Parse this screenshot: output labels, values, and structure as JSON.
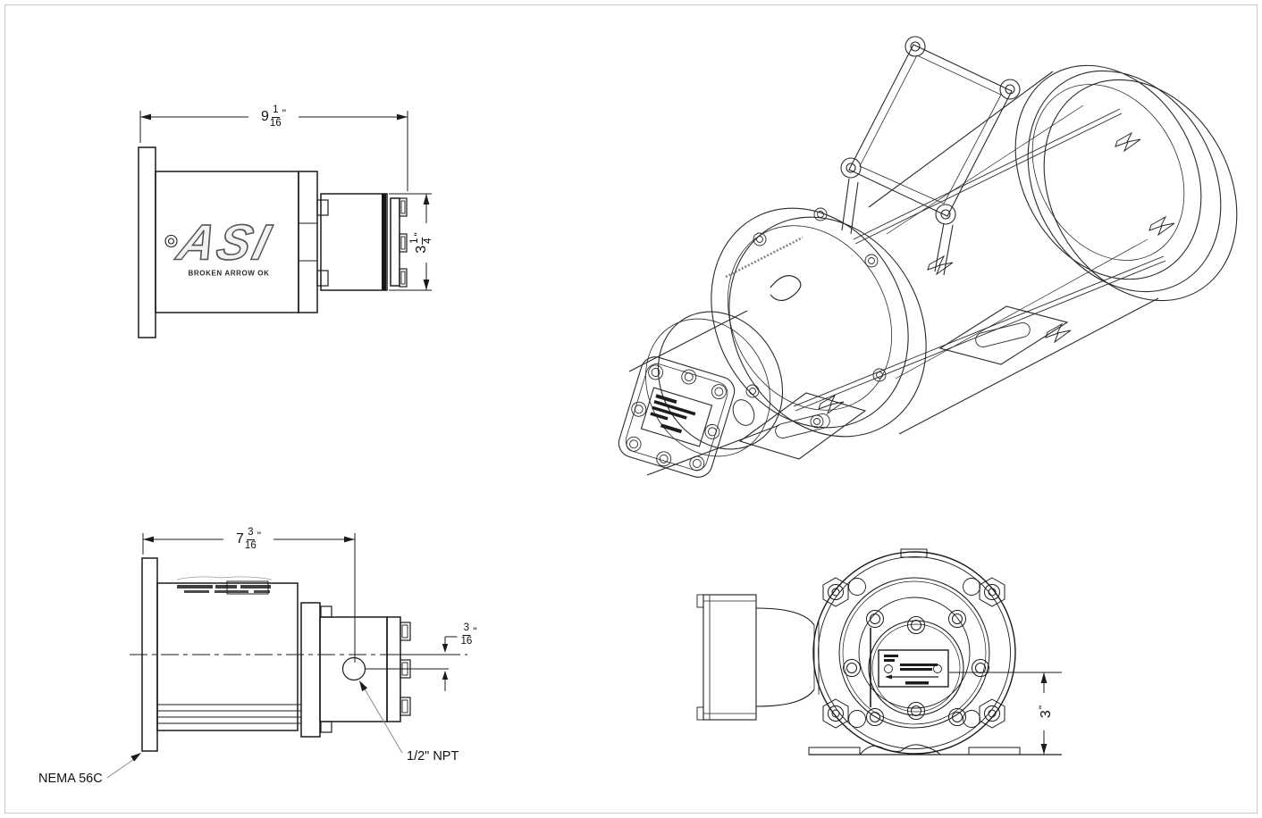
{
  "page": {
    "background": "#ffffff",
    "border_color": "#c9c9c9",
    "line_color": "#1b1b1b",
    "leader_color": "#8a8a8a"
  },
  "side_view": {
    "logo": "ASI",
    "logo_subtext": "BROKEN ARROW OK",
    "dim_overall": {
      "whole": "9",
      "num": "1",
      "den": "16",
      "unit": "\""
    },
    "dim_height": {
      "whole": "3",
      "num": "1",
      "den": "4",
      "unit": "\""
    }
  },
  "plan_view": {
    "dim_length": {
      "whole": "7",
      "num": "3",
      "den": "16",
      "unit": "\""
    },
    "dim_port_offset": {
      "num": "3",
      "den": "16",
      "unit": "\""
    },
    "port_label": "1/2\" NPT",
    "flange_label": "NEMA 56C"
  },
  "front_view": {
    "dim_port_height": {
      "whole": "3",
      "unit": "\""
    }
  }
}
